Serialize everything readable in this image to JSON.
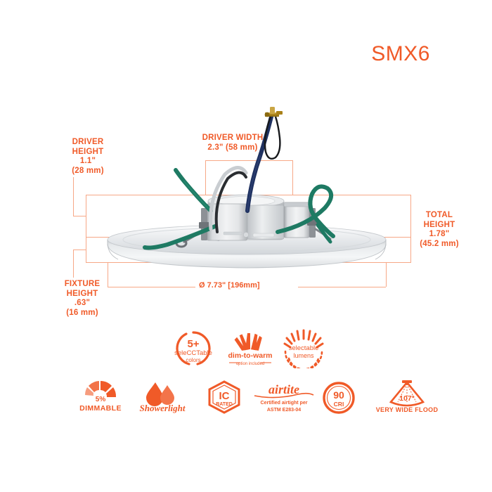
{
  "product": {
    "model": "SMX6"
  },
  "dimensions": {
    "driver_height": {
      "label1": "DRIVER",
      "label2": "HEIGHT",
      "imperial": "1.1\"",
      "metric": "(28 mm)"
    },
    "driver_width": {
      "label": "DRIVER WIDTH",
      "value": "2.3\" (58 mm)"
    },
    "total_height": {
      "label1": "TOTAL",
      "label2": "HEIGHT",
      "imperial": "1.78\"",
      "metric": "(45.2 mm)"
    },
    "fixture_height": {
      "label1": "FIXTURE",
      "label2": "HEIGHT",
      "imperial": ".63\"",
      "metric": "(16 mm)"
    },
    "diameter": {
      "value": "Ø 7.73\" [196mm]"
    }
  },
  "feature_badges": [
    {
      "id": "selectable-cct",
      "top": "5+",
      "main": "seleCCTable",
      "sub": "colors"
    },
    {
      "id": "dim-to-warm",
      "main": "dim-to-warm",
      "sub": "option included"
    },
    {
      "id": "selectable-lumens",
      "main": "selectable",
      "sub": "lumens"
    }
  ],
  "certification_icons": [
    {
      "id": "dimmable",
      "value": "5%",
      "label": "DIMMABLE"
    },
    {
      "id": "showerlight",
      "label": "Showerlight"
    },
    {
      "id": "ic-rated",
      "value": "IC",
      "label": "RATED"
    },
    {
      "id": "airtite",
      "value": "airtite",
      "line1": "Certified airtight per",
      "line2": "ASTM E283-04"
    },
    {
      "id": "cri",
      "value": "90",
      "label": "CRI"
    },
    {
      "id": "beam-angle",
      "value": "107°",
      "label": "VERY WIDE FLOOD"
    }
  ],
  "colors": {
    "accent": "#F05A28",
    "leader": "#F7A887",
    "fixture": "#E9EBED",
    "wire_green": "#1E7A63",
    "wire_navy": "#1F3160",
    "brass": "#B08820"
  }
}
